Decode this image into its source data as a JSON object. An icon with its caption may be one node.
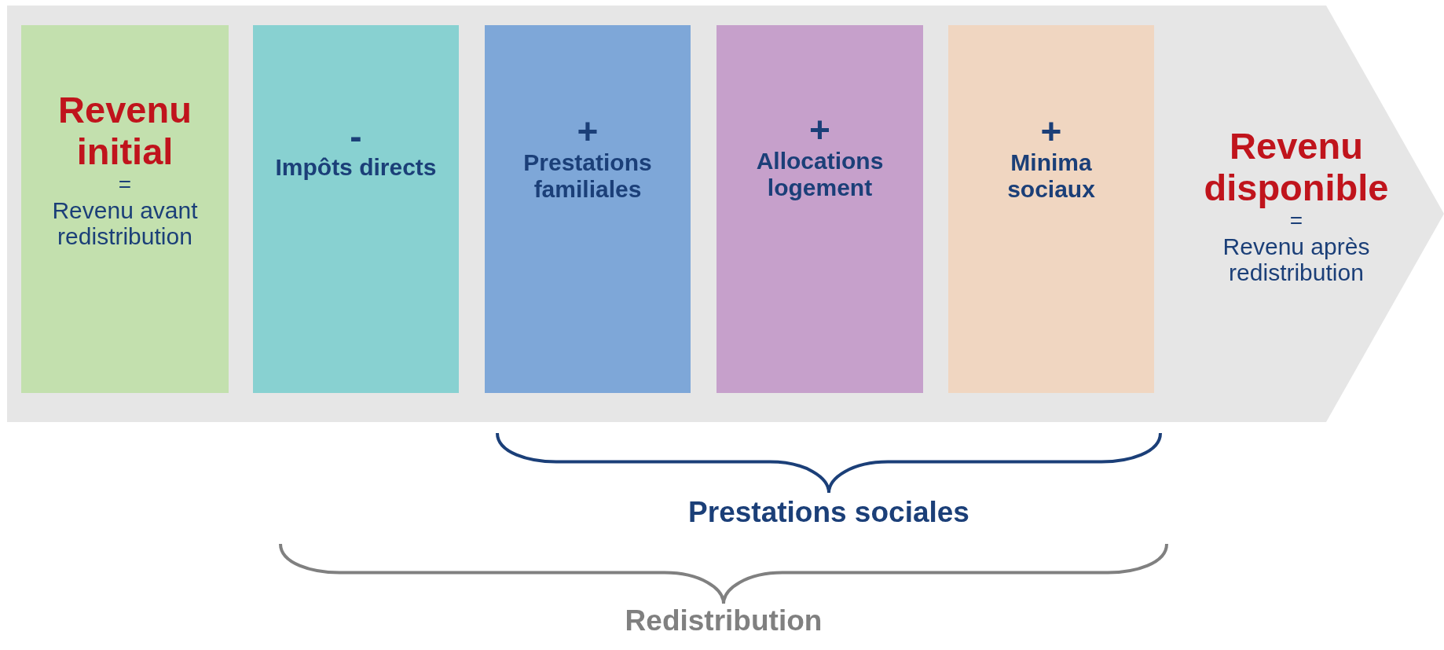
{
  "diagram": {
    "nodes": [
      {
        "text": [
          "Revenu disponible",
          "=",
          "Revenu après redistribution"
        ]
      },
      {
        "text": [
          "Revenu initial",
          "=",
          "Revenu avant redistribution"
        ],
        "in": 0
      },
      {
        "text": [
          "-",
          "Impôts directs"
        ],
        "in": 0
      },
      {
        "text": [
          "+",
          "Prestations familiales"
        ],
        "in": 0
      },
      {
        "text": [
          "+",
          "Allocations logement"
        ],
        "in": 0
      },
      {
        "text": [
          "+",
          "Minima sociaux"
        ],
        "in": 0
      }
    ],
    "labels": [
      "Prestations sociales",
      "Redistribution"
    ]
  }
}
